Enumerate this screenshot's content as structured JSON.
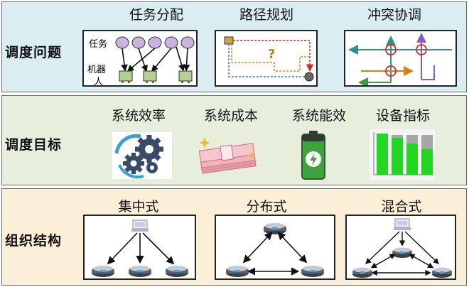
{
  "rows": [
    {
      "title": "调度问题",
      "items": [
        {
          "label": "任务分配",
          "diagram": {
            "row_labels": [
              "任务",
              "机器",
              "人"
            ]
          }
        },
        {
          "label": "路径规划",
          "diagram": {
            "mark": "?"
          }
        },
        {
          "label": "冲突协调"
        }
      ]
    },
    {
      "title": "调度目标",
      "items": [
        {
          "label": "系统效率",
          "icon": "gears-icon"
        },
        {
          "label": "系统成本",
          "icon": "money-stack-icon"
        },
        {
          "label": "系统能效",
          "icon": "battery-icon"
        },
        {
          "label": "设备指标",
          "icon": "bar-chart-icon"
        }
      ]
    },
    {
      "title": "组织结构",
      "items": [
        {
          "label": "集中式"
        },
        {
          "label": "分布式"
        },
        {
          "label": "混合式"
        }
      ]
    }
  ],
  "colors": {
    "band_top": "#d9edf3",
    "band_mid": "#e7efdc",
    "band_bottom": "#fbefd7",
    "task_node": "#c9b3df",
    "robot_node": "#b8cf92",
    "path_red": "#d9281c",
    "path_orange": "#d98a1c",
    "path_blue": "#3e7cc0",
    "conflict_teal": "#2f8f91",
    "conflict_purple": "#8a5bc4",
    "conflict_green": "#3c9a3c",
    "bar_green": "#22d622",
    "bar_grey": "#a6a6a6",
    "battery_green": "#3ea33e"
  }
}
